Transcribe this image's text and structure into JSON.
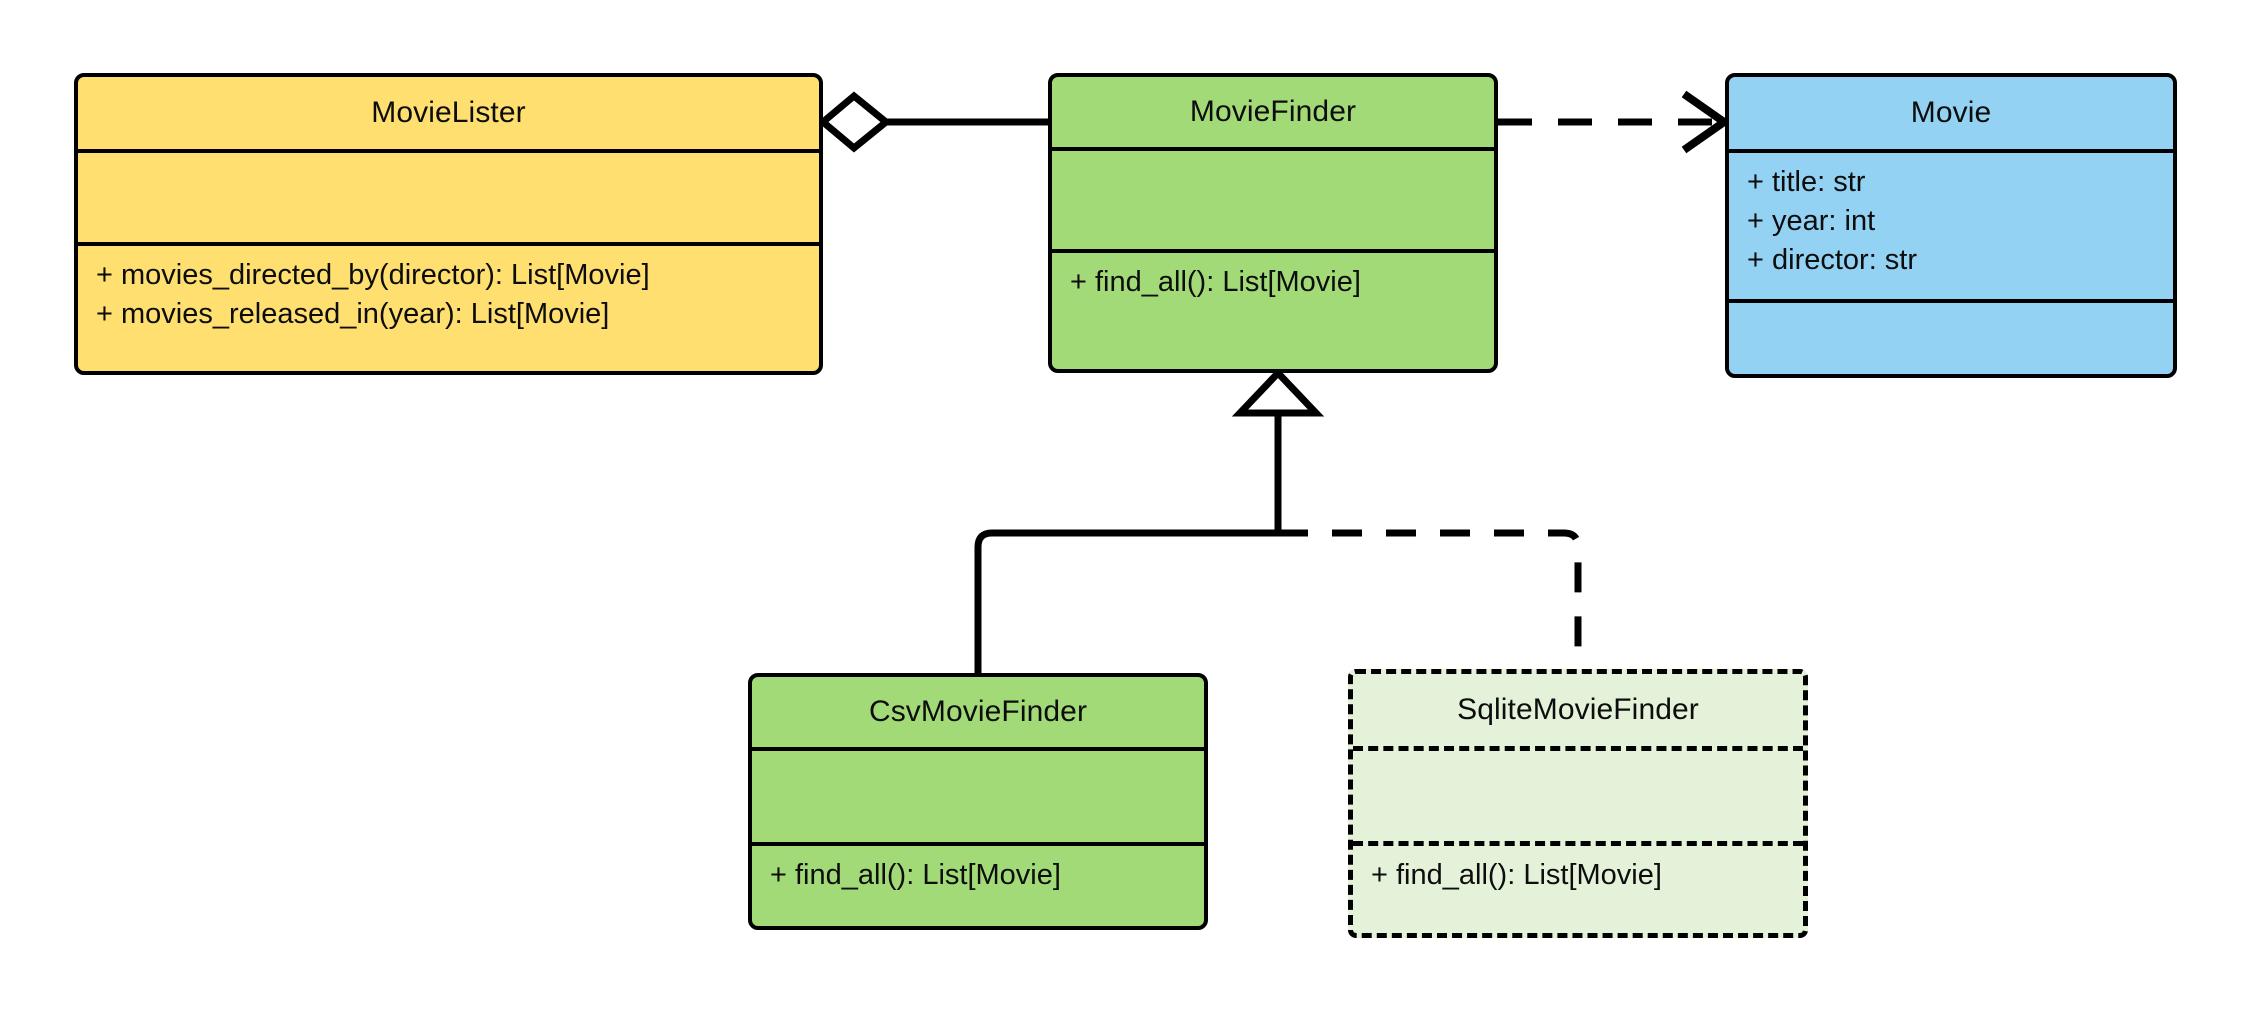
{
  "diagram": {
    "title": "MovieLister dependency-injection UML class diagram",
    "type": "uml-class-diagram",
    "background_color": "#ffffff",
    "line_color": "#000000"
  },
  "palette": {
    "yellow": "#FFDF70",
    "green": "#A3DA78",
    "blue": "#93D2F3",
    "pale_green": "#E3F2D9",
    "stroke": "#000000"
  },
  "classes": [
    {
      "id": "movie-lister",
      "name": "MovieLister",
      "fill": "#FFDF70",
      "style": "solid",
      "attributes": [],
      "methods": [
        "+ movies_directed_by(director): List[Movie]",
        "+ movies_released_in(year): List[Movie]"
      ]
    },
    {
      "id": "movie-finder",
      "name": "MovieFinder",
      "fill": "#A3DA78",
      "style": "solid",
      "attributes": [],
      "methods": [
        "+ find_all(): List[Movie]"
      ]
    },
    {
      "id": "movie",
      "name": "Movie",
      "fill": "#93D2F3",
      "style": "solid",
      "attributes": [
        "+ title: str",
        "+ year: int",
        "+ director: str"
      ],
      "methods": []
    },
    {
      "id": "csv-movie-finder",
      "name": "CsvMovieFinder",
      "fill": "#A3DA78",
      "style": "solid",
      "attributes": [],
      "methods": [
        "+ find_all(): List[Movie]"
      ]
    },
    {
      "id": "sqlite-movie-finder",
      "name": "SqliteMovieFinder",
      "fill": "#E3F2D9",
      "style": "dashed",
      "attributes": [],
      "methods": [
        "+ find_all(): List[Movie]"
      ]
    }
  ],
  "relationships": [
    {
      "id": "aggregation-lister-finder",
      "kind": "aggregation",
      "from": "MovieLister",
      "to": "MovieFinder",
      "line": "solid",
      "source_marker": "hollow-diamond",
      "target_marker": "none"
    },
    {
      "id": "dependency-finder-movie",
      "kind": "dependency",
      "from": "MovieFinder",
      "to": "Movie",
      "line": "dashed",
      "source_marker": "none",
      "target_marker": "open-arrow"
    },
    {
      "id": "inheritance-csv-finder",
      "kind": "generalization",
      "from": "CsvMovieFinder",
      "to": "MovieFinder",
      "line": "solid",
      "source_marker": "none",
      "target_marker": "hollow-triangle"
    },
    {
      "id": "inheritance-sqlite-finder",
      "kind": "generalization",
      "from": "SqliteMovieFinder",
      "to": "MovieFinder",
      "line": "dashed",
      "source_marker": "none",
      "target_marker": "hollow-triangle"
    }
  ]
}
